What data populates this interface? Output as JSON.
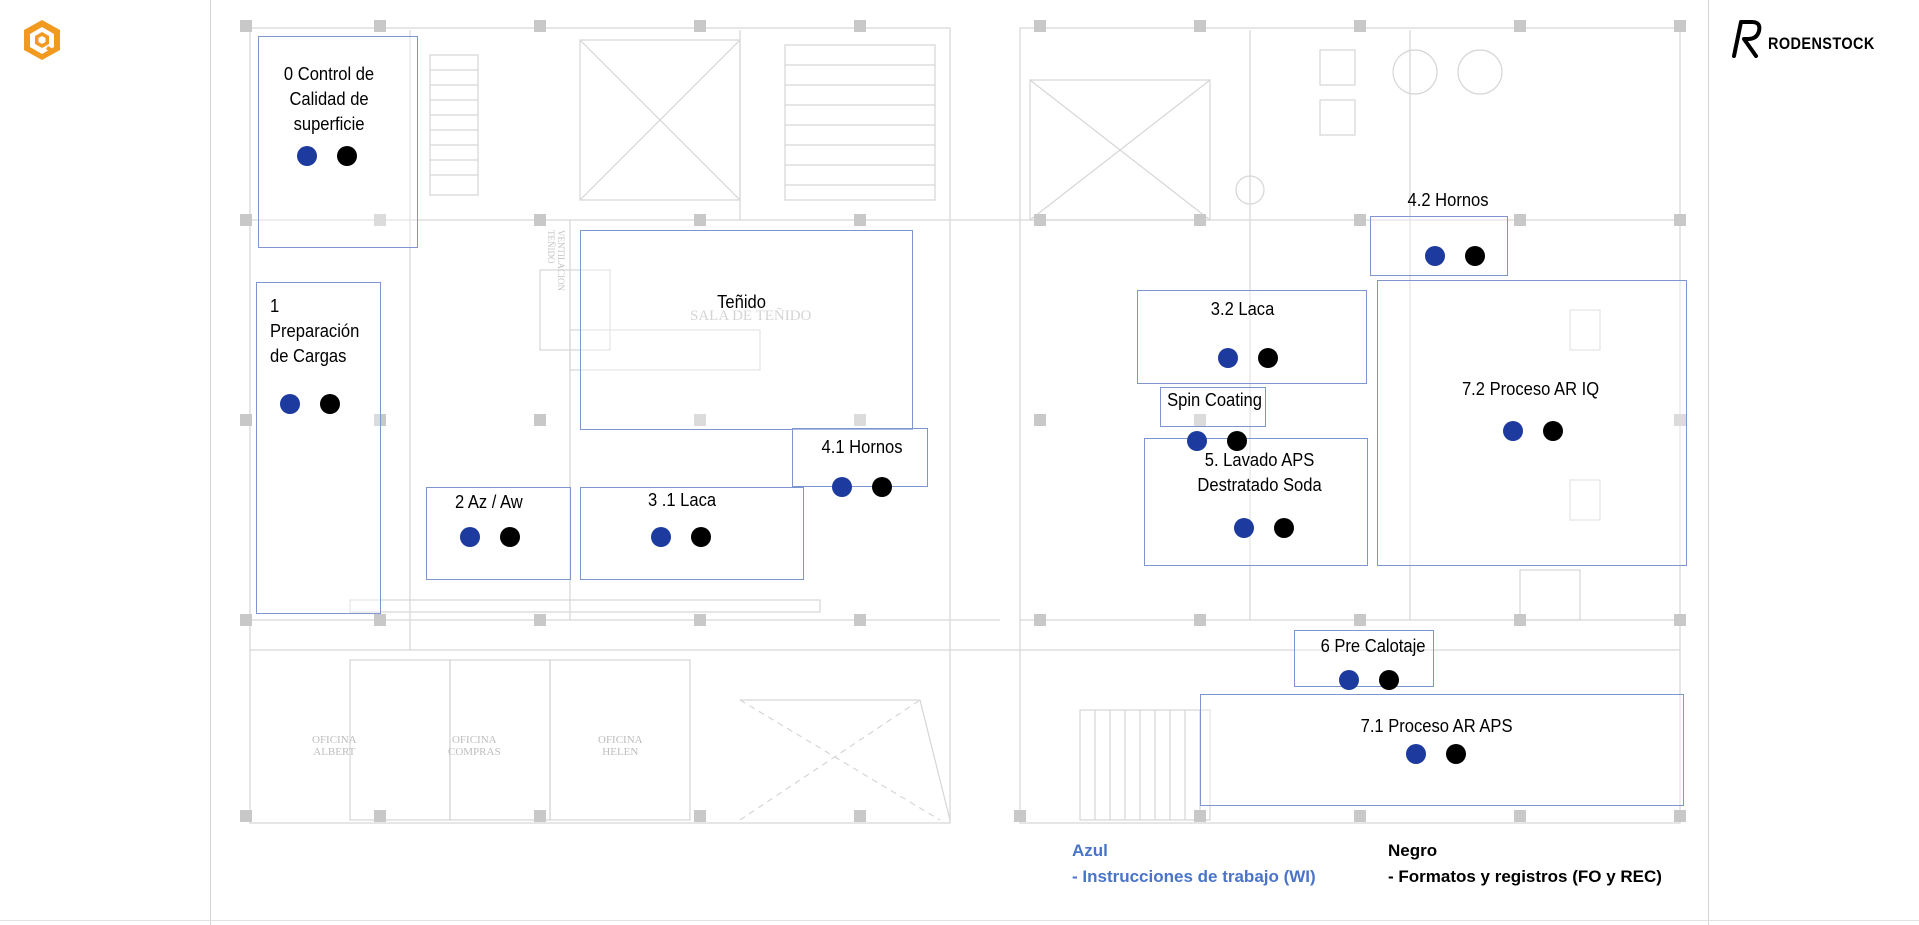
{
  "app": {
    "logo_icon": "app-logo-icon"
  },
  "brand": {
    "name": "RODENSTOCK",
    "mark_icon": "rodenstock-r-icon"
  },
  "colors": {
    "zone_border": "#7d96cf",
    "wi_dot": "#1d3a9e",
    "fo_dot": "#000000",
    "legend_blue": "#4a74c8"
  },
  "zones": {
    "z0": {
      "label": "0 Control de\nCalidad de\nsuperficie"
    },
    "z1": {
      "label": "1\nPreparación\nde Cargas"
    },
    "z2": {
      "label": "2 Az / Aw"
    },
    "z31": {
      "label": "3 .1 Laca"
    },
    "z32": {
      "label": "3.2 Laca"
    },
    "z41": {
      "label": "4.1 Hornos"
    },
    "z42": {
      "label": "4.2 Hornos"
    },
    "z5": {
      "label": "5. Lavado APS\nDestratado Soda"
    },
    "z6": {
      "label": "6 Pre Calotaje"
    },
    "z71": {
      "label": "7.1 Proceso AR APS"
    },
    "z72": {
      "label": "7.2 Proceso AR IQ"
    },
    "spin": {
      "label": "Spin Coating"
    },
    "tenido": {
      "label": "Teñido"
    }
  },
  "floorplan": {
    "room_labels": {
      "sala_tenido": "SALA DE TEÑIDO",
      "oficina_albert": "OFICINA\nALBERT",
      "oficina_compras": "OFICINA\nCOMPRAS",
      "oficina_helen": "OFICINA\nHELEN",
      "ventilacion": "VENTILACION\nTEÑIDO"
    }
  },
  "legend": {
    "blue_title": "Azul",
    "blue_desc": "- Instrucciones de trabajo (WI)",
    "black_title": "Negro",
    "black_desc": "- Formatos y registros (FO y REC)"
  }
}
